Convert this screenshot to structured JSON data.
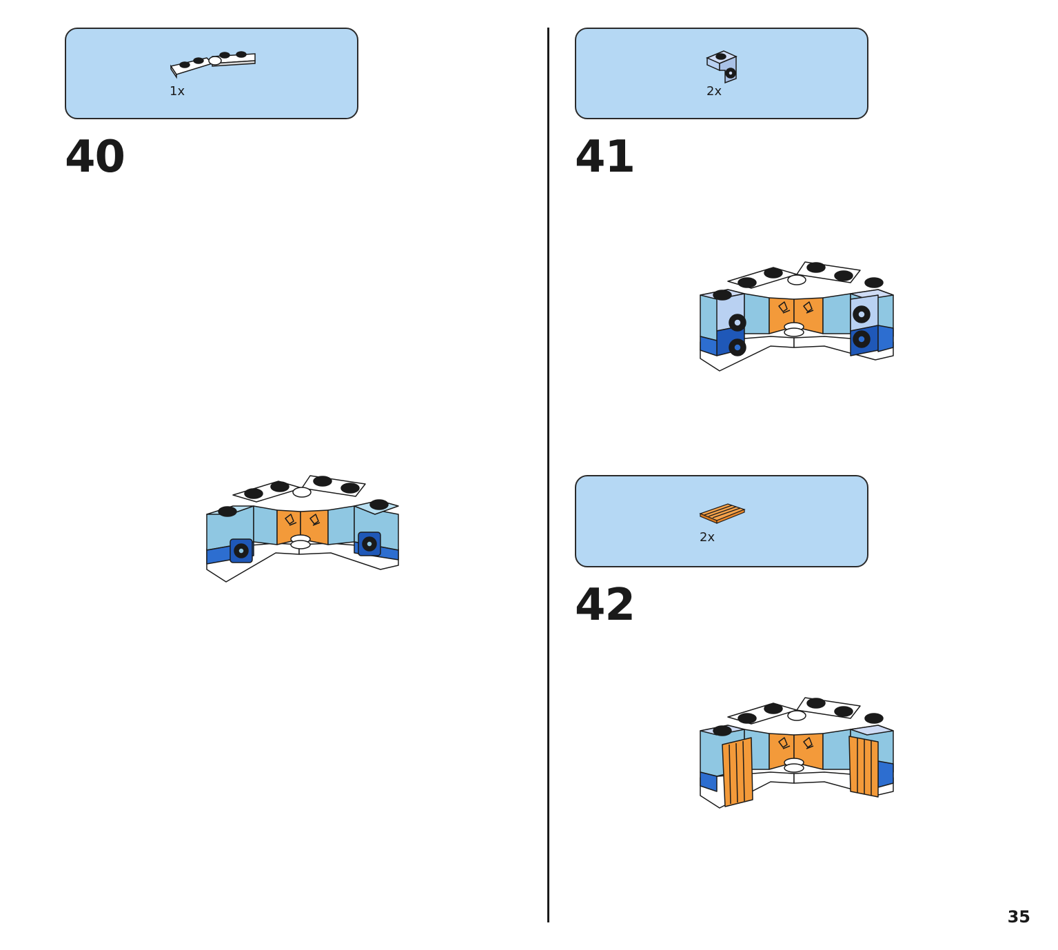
{
  "page": {
    "number": "35"
  },
  "steps": [
    {
      "number": "40",
      "parts": [
        {
          "name": "hinge-plate",
          "quantity": "1x"
        }
      ]
    },
    {
      "number": "41",
      "parts": [
        {
          "name": "bracket-round-brick",
          "quantity": "2x"
        }
      ]
    },
    {
      "number": "42",
      "parts": [
        {
          "name": "orange-grille-tile",
          "quantity": "2x"
        }
      ]
    }
  ],
  "colors": {
    "panel": "#b5d8f4",
    "brick_white": "#ffffff",
    "brick_lightblue": "#8fc7e2",
    "brick_paleblue": "#b9d1f2",
    "brick_darkblue": "#1f58b8",
    "brick_orange": "#f39a3a",
    "outline": "#1a1a1a"
  }
}
